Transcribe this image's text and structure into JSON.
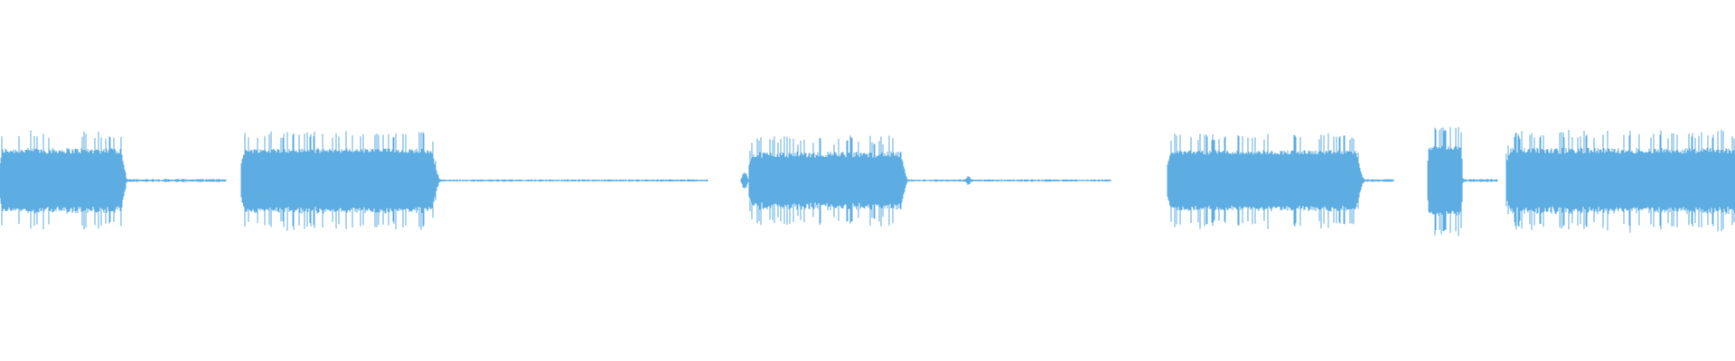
{
  "waveform": {
    "color": "#5DADE2",
    "background": "#ffffff",
    "segments": [
      {
        "kind": "burst",
        "start": 0.0,
        "end": 0.073,
        "amp": 0.55,
        "variance": 0.1,
        "fade_out": true
      },
      {
        "kind": "silence",
        "start": 0.073,
        "end": 0.13,
        "amp": 0.02
      },
      {
        "kind": "burst",
        "start": 0.139,
        "end": 0.253,
        "amp": 0.55,
        "variance": 0.08,
        "fade_out": true
      },
      {
        "kind": "silence",
        "start": 0.253,
        "end": 0.408,
        "amp": 0.015
      },
      {
        "kind": "tick",
        "start": 0.427,
        "end": 0.431,
        "amp": 0.22
      },
      {
        "kind": "burst",
        "start": 0.432,
        "end": 0.523,
        "amp": 0.48,
        "variance": 0.12,
        "fade_out": true
      },
      {
        "kind": "silence",
        "start": 0.523,
        "end": 0.64,
        "amp": 0.015
      },
      {
        "kind": "tick",
        "start": 0.556,
        "end": 0.56,
        "amp": 0.1
      },
      {
        "kind": "burst",
        "start": 0.673,
        "end": 0.786,
        "amp": 0.52,
        "variance": 0.08,
        "fade_out": true
      },
      {
        "kind": "silence",
        "start": 0.786,
        "end": 0.803,
        "amp": 0.02
      },
      {
        "kind": "burst",
        "start": 0.823,
        "end": 0.843,
        "amp": 0.6,
        "variance": 0.06,
        "fade_out": true
      },
      {
        "kind": "silence",
        "start": 0.843,
        "end": 0.863,
        "amp": 0.02
      },
      {
        "kind": "burst",
        "start": 0.868,
        "end": 1.0,
        "amp": 0.55,
        "variance": 0.1,
        "fade_out": false
      }
    ]
  }
}
